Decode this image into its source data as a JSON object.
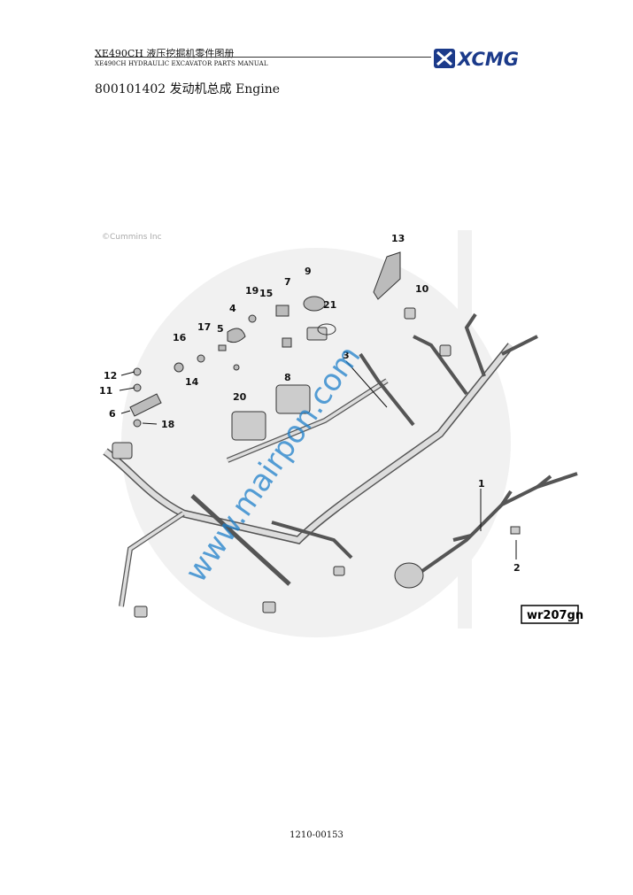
{
  "header": {
    "title": "XE490CH 液压挖掘机零件图册",
    "subtitle": "XE490CH HYDRAULIC EXCAVATOR PARTS MANUAL",
    "logo_text": "XCMG",
    "brand_color": "#1b3a8a"
  },
  "section": {
    "title": "800101402 发动机总成 Engine"
  },
  "figure": {
    "copyright": "©Cummins Inc",
    "watermark": "www.mairpon.com",
    "ref_code": "wr207gn",
    "callouts": [
      "1",
      "2",
      "3",
      "4",
      "5",
      "6",
      "7",
      "8",
      "9",
      "10",
      "11",
      "12",
      "13",
      "14",
      "15",
      "16",
      "17",
      "18",
      "19",
      "20",
      "21"
    ]
  },
  "footer": {
    "page_code": "1210-00153"
  }
}
